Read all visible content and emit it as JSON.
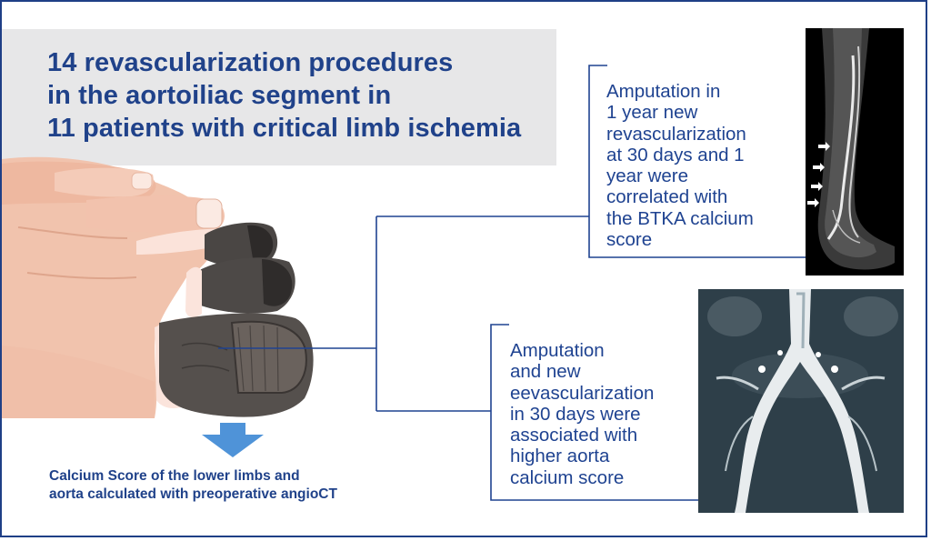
{
  "title": {
    "lines": [
      "14 revascularization procedures",
      "in the aortoiliac  segment in",
      "11 patients with critical limb ischemia"
    ]
  },
  "findings": [
    {
      "lines": [
        "Amputation in",
        " 1 year new",
        "revascularization",
        "at 30 days and 1",
        "year were",
        "correlated with",
        "the BTKA calcium",
        "score"
      ]
    },
    {
      "lines": [
        "Amputation",
        "and new",
        "eevascularization",
        "in 30 days were",
        "associated with",
        "higher aorta",
        "calcium score"
      ]
    }
  ],
  "caption": {
    "lines": [
      "Calcium Score of the lower limbs and",
      "aorta calculated with preoperative angioCT"
    ]
  },
  "colors": {
    "brand_blue": "#20428a",
    "connector_blue": "#1f4391",
    "arrow_blue": "#4f93d8",
    "title_box_gray": "#e7e7e8"
  },
  "icons": [
    "gangrenous-foot-illustration",
    "down-arrow-icon",
    "leg-angiogram-image",
    "aorta-angiogram-image"
  ]
}
